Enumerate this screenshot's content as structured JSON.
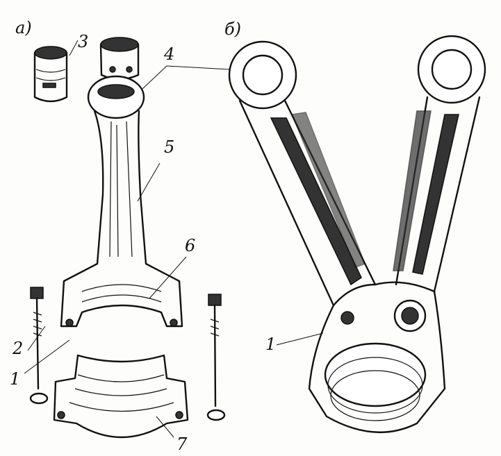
{
  "figure": {
    "panel_a_label": "а)",
    "panel_b_label": "б)",
    "callouts_a": [
      "3",
      "4",
      "5",
      "6",
      "2",
      "1",
      "7"
    ],
    "callout_b_1": "1"
  }
}
